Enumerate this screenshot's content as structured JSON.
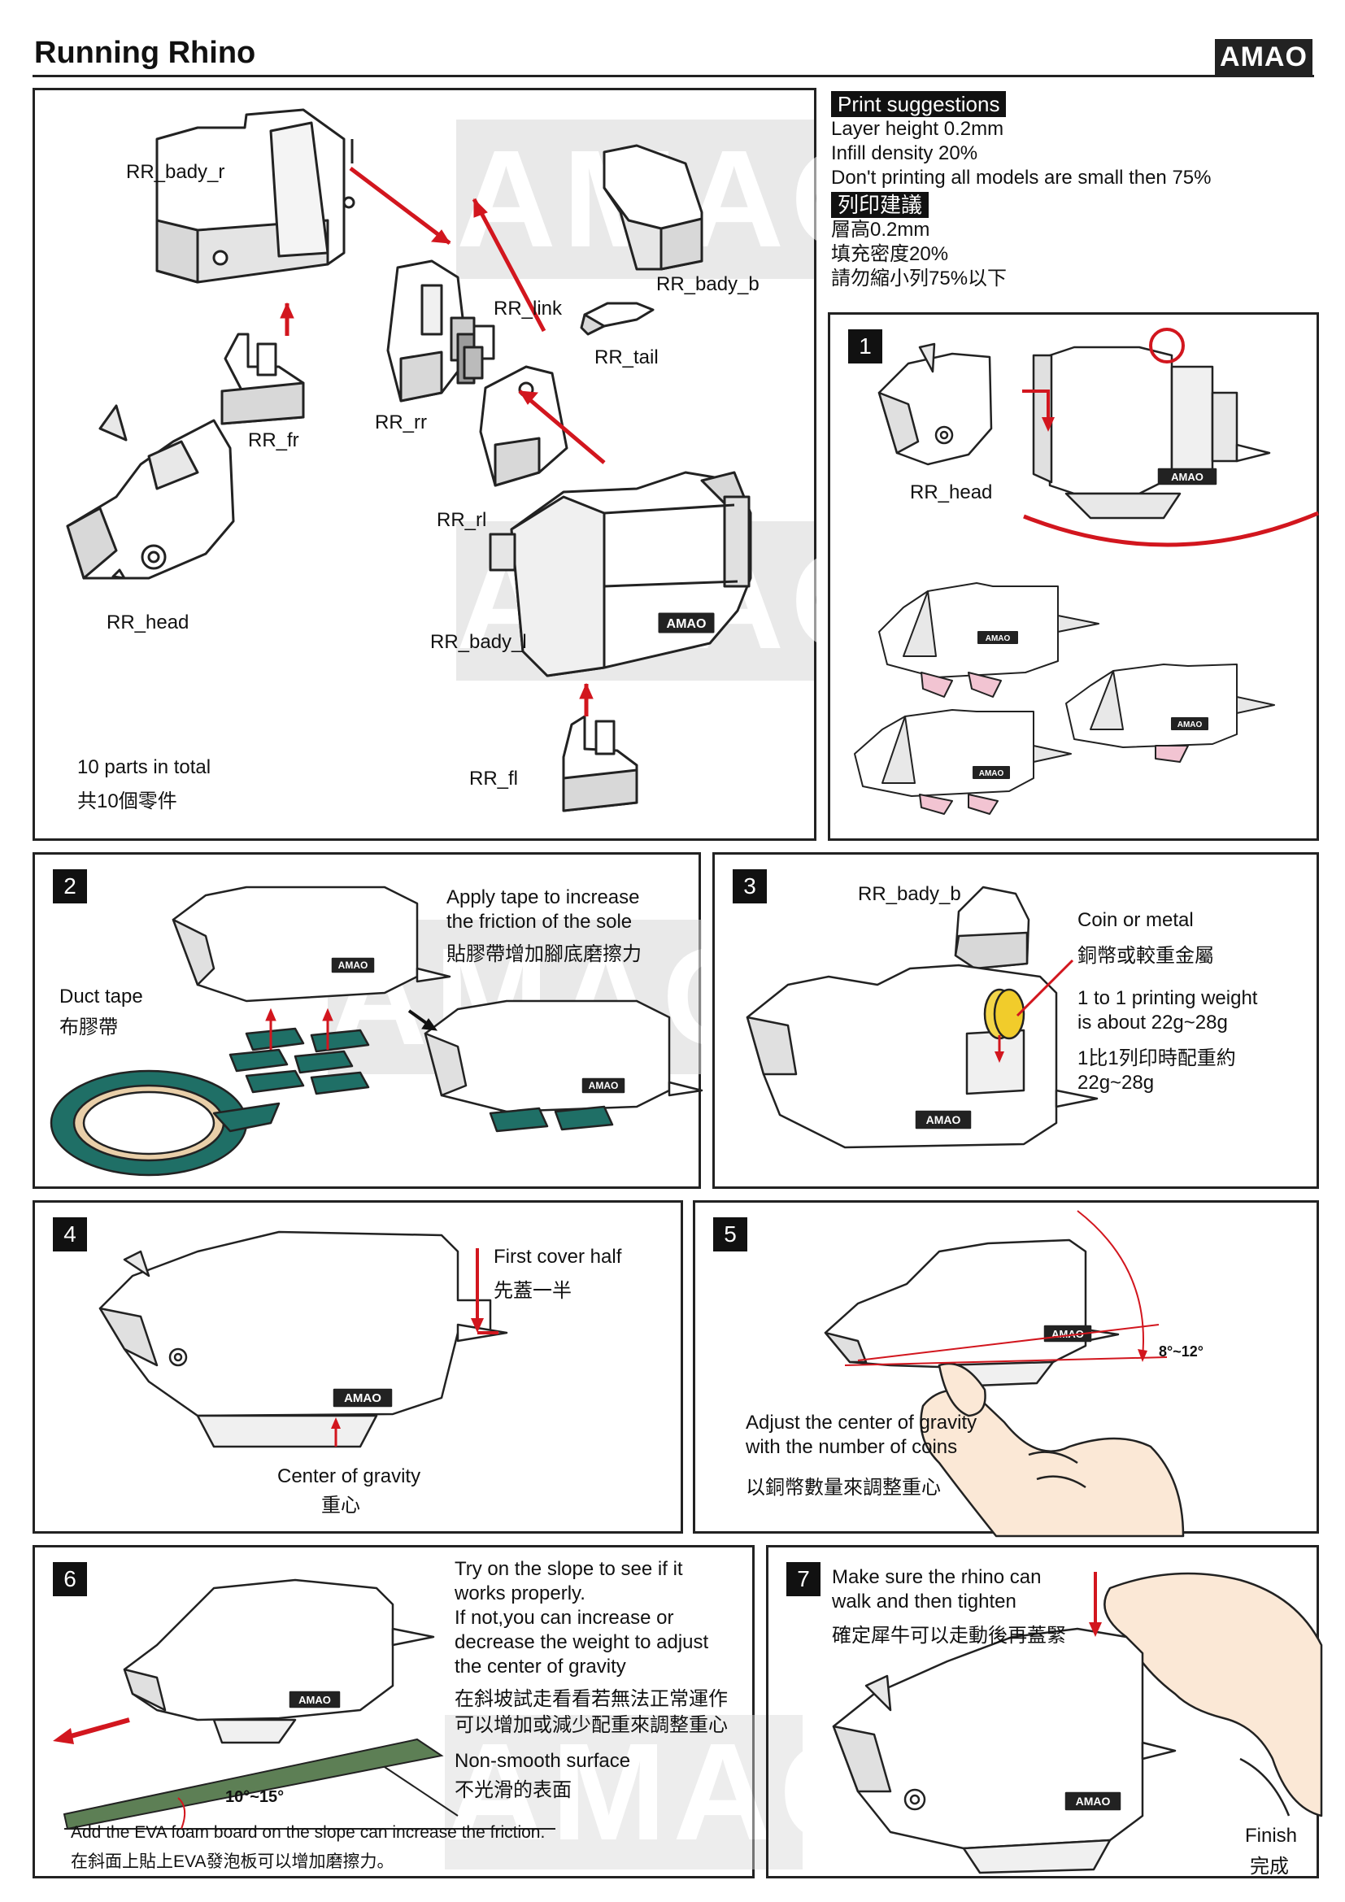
{
  "header": {
    "title": "Running Rhino",
    "logo": "AMAO"
  },
  "watermark": "AMAO",
  "parts_panel": {
    "labels": {
      "bady_r": "RR_bady_r",
      "bady_b": "RR_bady_b",
      "link": "RR_link",
      "tail": "RR_tail",
      "fr": "RR_fr",
      "rr": "RR_rr",
      "rl": "RR_rl",
      "head": "RR_head",
      "bady_l": "RR_bady_l",
      "fl": "RR_fl"
    },
    "total_en": "10 parts in total",
    "total_zh": "共10個零件"
  },
  "print_suggestions": {
    "header_en": "Print suggestions",
    "lines_en": [
      "Layer height 0.2mm",
      "Infill density 20%",
      "Don't printing all models are small then 75%"
    ],
    "header_zh": "列印建議",
    "lines_zh": [
      "層高0.2mm",
      "填充密度20%",
      "請勿縮小列75%以下"
    ]
  },
  "step1": {
    "num": "1",
    "head_label": "RR_head",
    "logo": "AMAO"
  },
  "step2": {
    "num": "2",
    "note_en_1": "Apply tape to increase",
    "note_en_2": "the friction of the sole",
    "note_zh": "貼膠帶增加腳底磨擦力",
    "tape_en": "Duct tape",
    "tape_zh": "布膠帶",
    "logo": "AMAO"
  },
  "step3": {
    "num": "3",
    "part": "RR_bady_b",
    "coin_en": "Coin or metal",
    "coin_zh": "銅幣或較重金屬",
    "weight_en_1": "1 to 1 printing weight",
    "weight_en_2": "is about 22g~28g",
    "weight_zh_1": "1比1列印時配重約",
    "weight_zh_2": "22g~28g",
    "logo": "AMAO"
  },
  "step4": {
    "num": "4",
    "cover_en": "First cover half",
    "cover_zh": "先蓋一半",
    "cog_en": "Center of gravity",
    "cog_zh": "重心",
    "logo": "AMAO"
  },
  "step5": {
    "num": "5",
    "angle": "8°~12°",
    "adjust_en_1": "Adjust the center of gravity",
    "adjust_en_2": "with the number of coins",
    "adjust_zh": "以銅幣數量來調整重心",
    "logo": "AMAO"
  },
  "step6": {
    "num": "6",
    "try_en": [
      "Try on the slope to see if it",
      "works properly.",
      "If not,you can increase or",
      "decrease the weight to adjust",
      " the center of gravity"
    ],
    "try_zh": [
      "在斜坡試走看看若無法正常運作",
      "可以增加或減少配重來調整重心"
    ],
    "surface_en": "Non-smooth surface",
    "surface_zh": "不光滑的表面",
    "angle": "10°~15°",
    "eva_en": "Add the EVA foam board on the slope can increase the friction.",
    "eva_zh": "在斜面上貼上EVA發泡板可以增加磨擦力。",
    "logo": "AMAO"
  },
  "step7": {
    "num": "7",
    "note_en_1": "Make sure the rhino can",
    "note_en_2": "walk and then tighten",
    "note_zh": "確定犀牛可以走動後再蓋緊",
    "finish_en": "Finish",
    "finish_zh": "完成",
    "logo": "AMAO"
  },
  "colors": {
    "accent_red": "#d2161e",
    "tape_green": "#1f6f66",
    "board_green": "#5d7f55",
    "line": "#222222",
    "pink": "#f2c4d2"
  }
}
